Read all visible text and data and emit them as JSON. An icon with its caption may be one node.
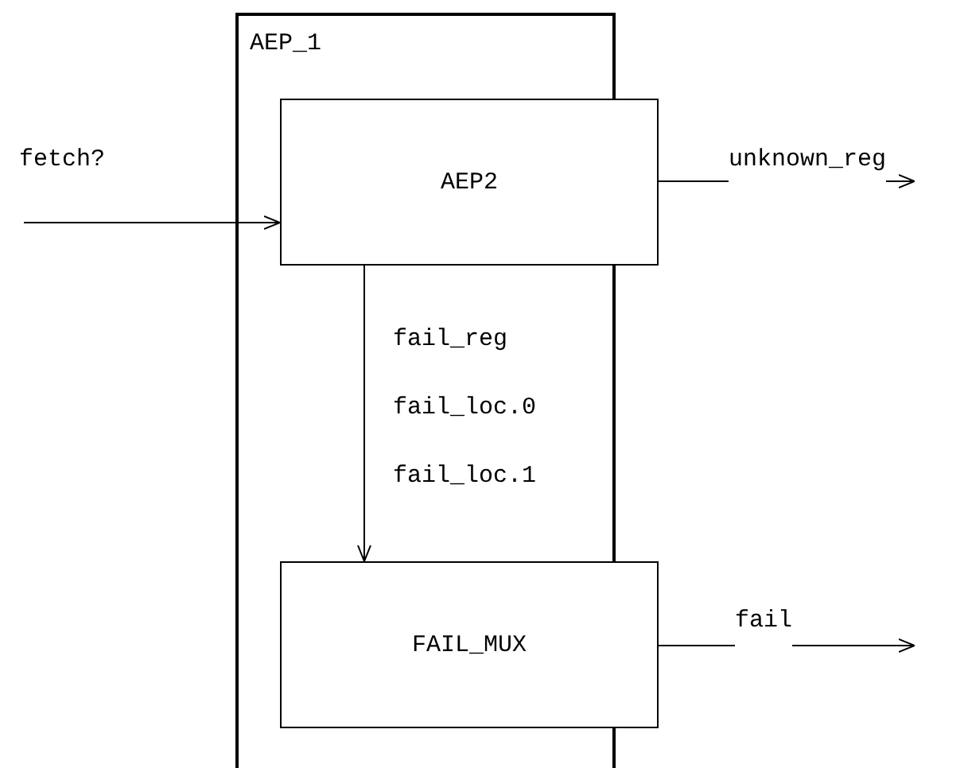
{
  "diagram": {
    "nodes": [
      {
        "text": [
          "AEP_1"
        ]
      },
      {
        "text": [
          "AEP2"
        ],
        "in": 0
      },
      {
        "text": [
          "FAIL_MUX"
        ],
        "in": 0
      }
    ],
    "edges": [
      {
        "from": null,
        "to": 1,
        "arrow": "to",
        "label": "fetch?"
      },
      {
        "from": 1,
        "to": null,
        "arrow": "to",
        "label": "unknown_reg"
      },
      {
        "from": 1,
        "to": 2,
        "arrow": "to",
        "label": "fail_reg fail_loc.0 fail_loc.1"
      },
      {
        "from": 2,
        "to": null,
        "arrow": "to",
        "label": "fail"
      }
    ]
  }
}
